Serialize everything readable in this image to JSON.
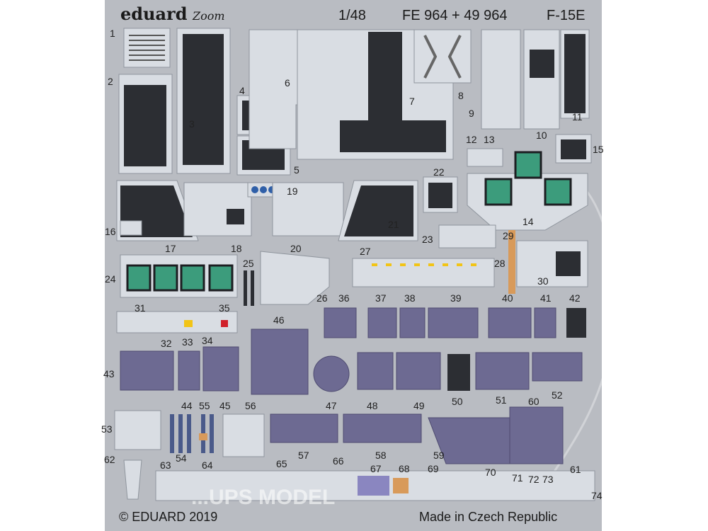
{
  "header": {
    "brand": "eduard",
    "brand_line": "Zoom",
    "scale": "1/48",
    "set_codes": "FE 964 + 49 964",
    "aircraft": "F-15E"
  },
  "footer": {
    "copyright": "© EDUARD 2019",
    "origin": "Made in Czech Republic"
  },
  "watermark": "...UPS MODEL",
  "part_numbers": [
    "1",
    "2",
    "3",
    "4",
    "5",
    "6",
    "7",
    "8",
    "9",
    "10",
    "11",
    "12",
    "13",
    "14",
    "15",
    "16",
    "17",
    "18",
    "19",
    "20",
    "21",
    "22",
    "23",
    "24",
    "25",
    "26",
    "27",
    "28",
    "29",
    "30",
    "31",
    "32",
    "33",
    "34",
    "35",
    "36",
    "37",
    "38",
    "39",
    "40",
    "41",
    "42",
    "43",
    "44",
    "45",
    "46",
    "47",
    "48",
    "49",
    "50",
    "51",
    "52",
    "53",
    "54",
    "55",
    "56",
    "57",
    "58",
    "59",
    "60",
    "61",
    "62",
    "63",
    "64",
    "65",
    "66",
    "67",
    "68",
    "69",
    "70",
    "71",
    "72",
    "73",
    "74"
  ],
  "colors": {
    "fret": "#b9bcc2",
    "part_base": "#d9dde3",
    "dark_panel": "#2c2e33",
    "purple_panel": "#6d6a92",
    "mfd_green": "#3c9c7c",
    "warning_yellow": "#f2c416",
    "warning_red": "#d0202a"
  }
}
